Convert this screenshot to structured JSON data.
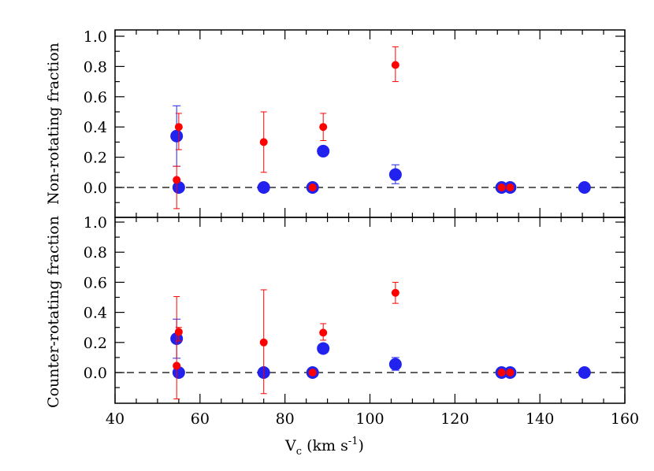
{
  "chart_data": [
    {
      "type": "scatter",
      "panel": "top",
      "ylabel": "Non-rotating fraction",
      "xlabel": "",
      "xlim": [
        40,
        160
      ],
      "ylim": [
        -0.17,
        1.0
      ],
      "y_ticks": [
        "0.0",
        "0.2",
        "0.4",
        "0.6",
        "0.8",
        "1.0"
      ],
      "reference_line": {
        "y": 0.0,
        "style": "dashed"
      },
      "series": [
        {
          "color": "#ff0000",
          "marker": "small-filled-circle",
          "points": [
            {
              "x": 54.5,
              "y": 0.05,
              "err_low": 0.19,
              "err_high": 0.09
            },
            {
              "x": 55.0,
              "y": 0.4,
              "err_low": 0.15,
              "err_high": 0.09
            },
            {
              "x": 75.0,
              "y": 0.3,
              "err_low": 0.2,
              "err_high": 0.2
            },
            {
              "x": 86.5,
              "y": 0.0,
              "err_low": 0.0,
              "err_high": 0.0
            },
            {
              "x": 89.0,
              "y": 0.4,
              "err_low": 0.09,
              "err_high": 0.09
            },
            {
              "x": 106.0,
              "y": 0.81,
              "err_low": 0.11,
              "err_high": 0.12
            },
            {
              "x": 131.0,
              "y": 0.0,
              "err_low": 0.0,
              "err_high": 0.0
            },
            {
              "x": 133.0,
              "y": 0.0,
              "err_low": 0.0,
              "err_high": 0.0
            }
          ]
        },
        {
          "color": "#2222ee",
          "marker": "large-filled-circle",
          "points": [
            {
              "x": 54.5,
              "y": 0.34,
              "err_low": 0.2,
              "err_high": 0.2
            },
            {
              "x": 55.0,
              "y": 0.0,
              "err_low": 0.0,
              "err_high": 0.0
            },
            {
              "x": 75.0,
              "y": 0.0,
              "err_low": 0.0,
              "err_high": 0.0
            },
            {
              "x": 86.5,
              "y": 0.0,
              "err_low": 0.0,
              "err_high": 0.0
            },
            {
              "x": 89.0,
              "y": 0.24,
              "err_low": 0.03,
              "err_high": 0.03
            },
            {
              "x": 106.0,
              "y": 0.085,
              "err_low": 0.06,
              "err_high": 0.065
            },
            {
              "x": 131.0,
              "y": 0.0,
              "err_low": 0.0,
              "err_high": 0.0
            },
            {
              "x": 133.0,
              "y": 0.0,
              "err_low": 0.0,
              "err_high": 0.0
            },
            {
              "x": 150.5,
              "y": 0.0,
              "err_low": 0.0,
              "err_high": 0.0
            }
          ]
        }
      ]
    },
    {
      "type": "scatter",
      "panel": "bottom",
      "ylabel": "Counter-rotating fraction",
      "xlabel": "V_c (km s^-1)",
      "xlim": [
        40,
        160
      ],
      "ylim": [
        -0.17,
        1.0
      ],
      "x_ticks": [
        "40",
        "60",
        "80",
        "100",
        "120",
        "140",
        "160"
      ],
      "y_ticks": [
        "0.0",
        "0.2",
        "0.4",
        "0.6",
        "0.8",
        "1.0"
      ],
      "reference_line": {
        "y": 0.0,
        "style": "dashed"
      },
      "series": [
        {
          "color": "#ff0000",
          "marker": "small-filled-circle",
          "points": [
            {
              "x": 54.5,
              "y": 0.045,
              "err_low": 0.22,
              "err_high": 0.46
            },
            {
              "x": 55.0,
              "y": 0.27,
              "err_low": 0.06,
              "err_high": 0.03
            },
            {
              "x": 75.0,
              "y": 0.2,
              "err_low": 0.34,
              "err_high": 0.35
            },
            {
              "x": 86.5,
              "y": 0.0,
              "err_low": 0.0,
              "err_high": 0.0
            },
            {
              "x": 89.0,
              "y": 0.265,
              "err_low": 0.05,
              "err_high": 0.06
            },
            {
              "x": 106.0,
              "y": 0.53,
              "err_low": 0.07,
              "err_high": 0.07
            },
            {
              "x": 131.0,
              "y": 0.0,
              "err_low": 0.0,
              "err_high": 0.0
            },
            {
              "x": 133.0,
              "y": 0.0,
              "err_low": 0.0,
              "err_high": 0.0
            }
          ]
        },
        {
          "color": "#2222ee",
          "marker": "large-filled-circle",
          "points": [
            {
              "x": 54.5,
              "y": 0.225,
              "err_low": 0.13,
              "err_high": 0.13
            },
            {
              "x": 55.0,
              "y": 0.0,
              "err_low": 0.0,
              "err_high": 0.0
            },
            {
              "x": 75.0,
              "y": 0.0,
              "err_low": 0.0,
              "err_high": 0.0
            },
            {
              "x": 86.5,
              "y": 0.0,
              "err_low": 0.0,
              "err_high": 0.0
            },
            {
              "x": 89.0,
              "y": 0.16,
              "err_low": 0.0,
              "err_high": 0.0
            },
            {
              "x": 106.0,
              "y": 0.055,
              "err_low": 0.04,
              "err_high": 0.045
            },
            {
              "x": 131.0,
              "y": 0.0,
              "err_low": 0.0,
              "err_high": 0.0
            },
            {
              "x": 133.0,
              "y": 0.0,
              "err_low": 0.0,
              "err_high": 0.0
            },
            {
              "x": 150.5,
              "y": 0.0,
              "err_low": 0.0,
              "err_high": 0.0
            }
          ]
        }
      ]
    }
  ],
  "labels": {
    "top_ylabel": "Non-rotating fraction",
    "bottom_ylabel": "Counter-rotating fraction",
    "xlabel_main": "V",
    "xlabel_sub": "c",
    "xlabel_units_pre": " (km s",
    "xlabel_units_sup": "-1",
    "xlabel_units_post": ")"
  }
}
